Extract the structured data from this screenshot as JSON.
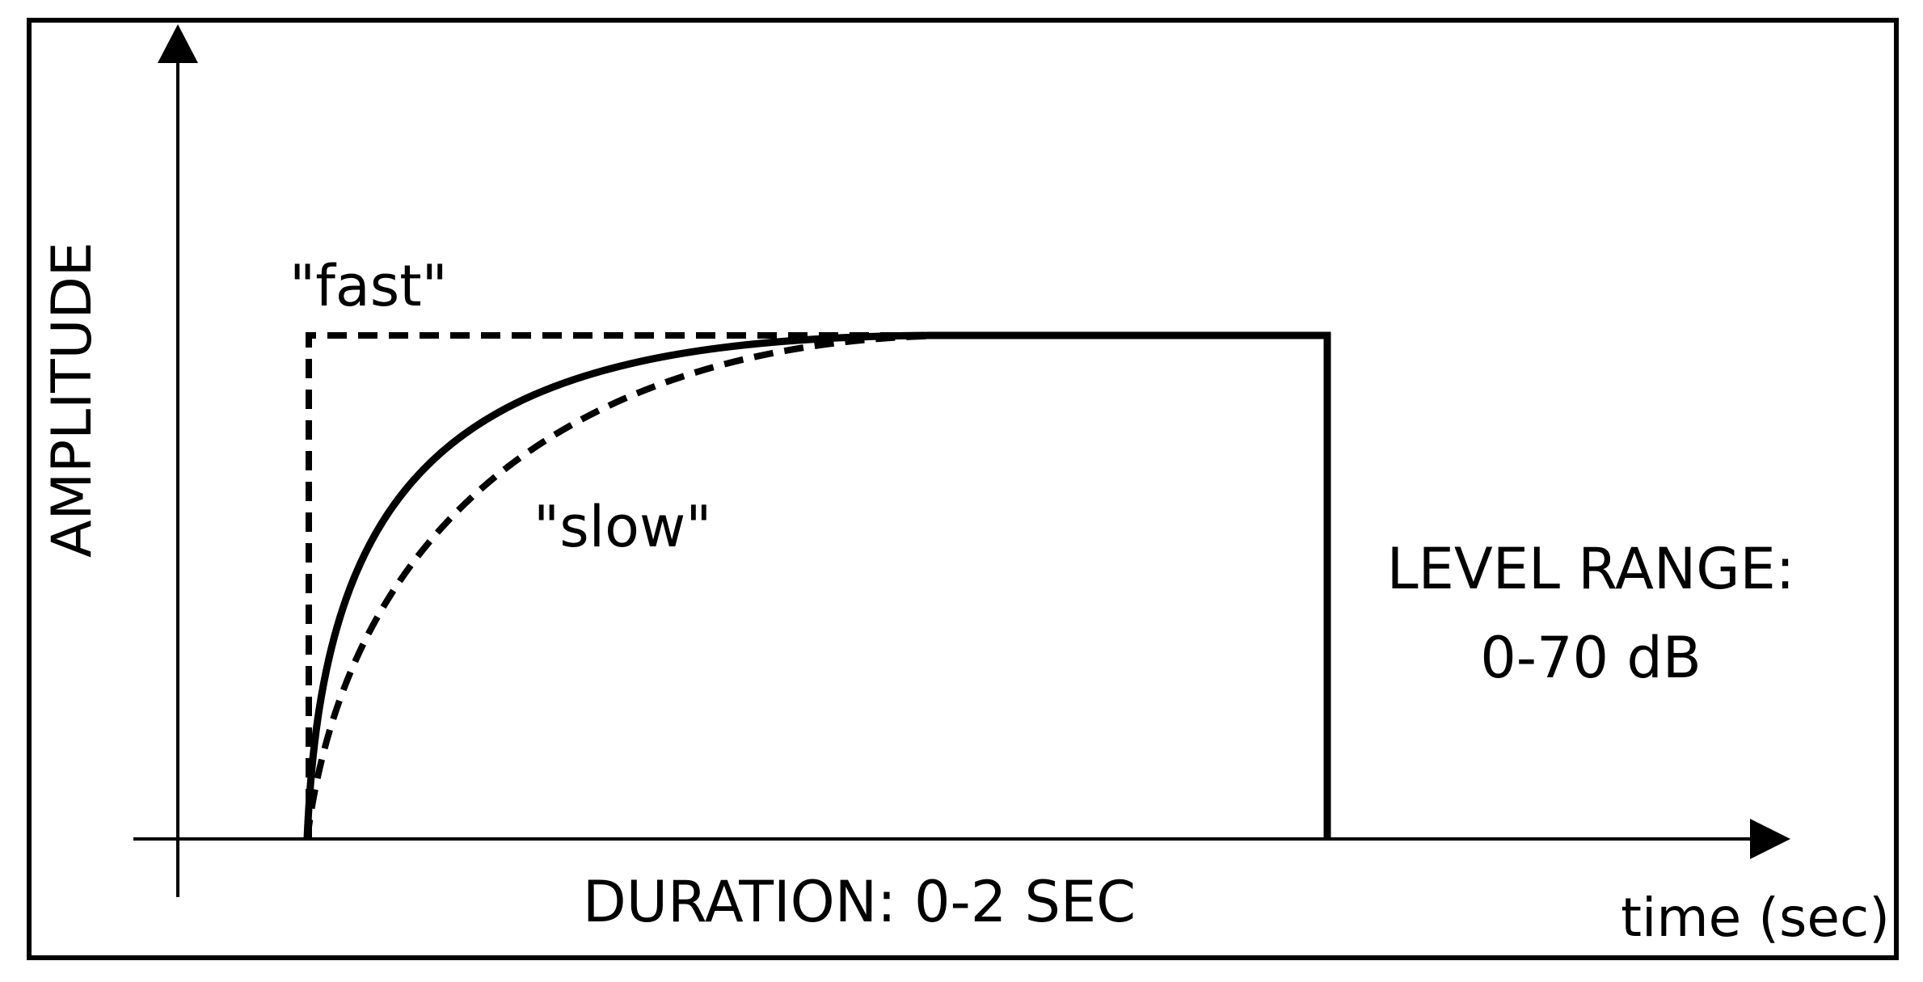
{
  "diagram": {
    "y_axis_label": "AMPLITUDE",
    "x_axis_label": "time (sec)",
    "fast_label": "\"fast\"",
    "slow_label": "\"slow\"",
    "duration_label": "DURATION: 0-2 SEC",
    "level_range_label_line1": "LEVEL RANGE:",
    "level_range_label_line2": "0-70 dB",
    "colors": {
      "ink": "#000000",
      "background": "#ffffff"
    }
  }
}
